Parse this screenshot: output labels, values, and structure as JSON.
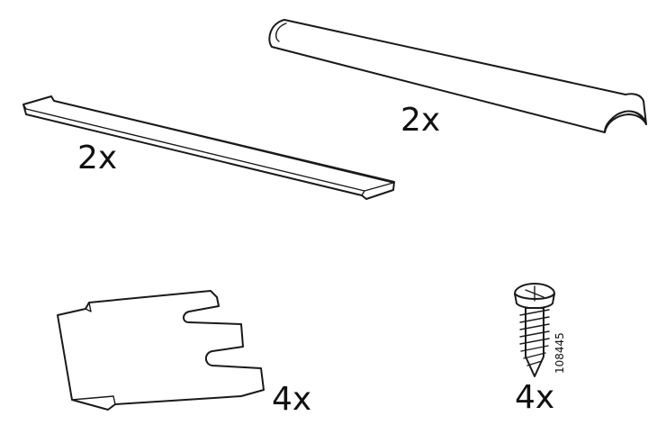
{
  "parts": [
    {
      "name": "flat-rail",
      "quantity_label": "2x"
    },
    {
      "name": "half-round-cover",
      "quantity_label": "2x"
    },
    {
      "name": "slotted-plate",
      "quantity_label": "4x"
    },
    {
      "name": "screw",
      "quantity_label": "4x"
    }
  ],
  "part_number": "108445"
}
